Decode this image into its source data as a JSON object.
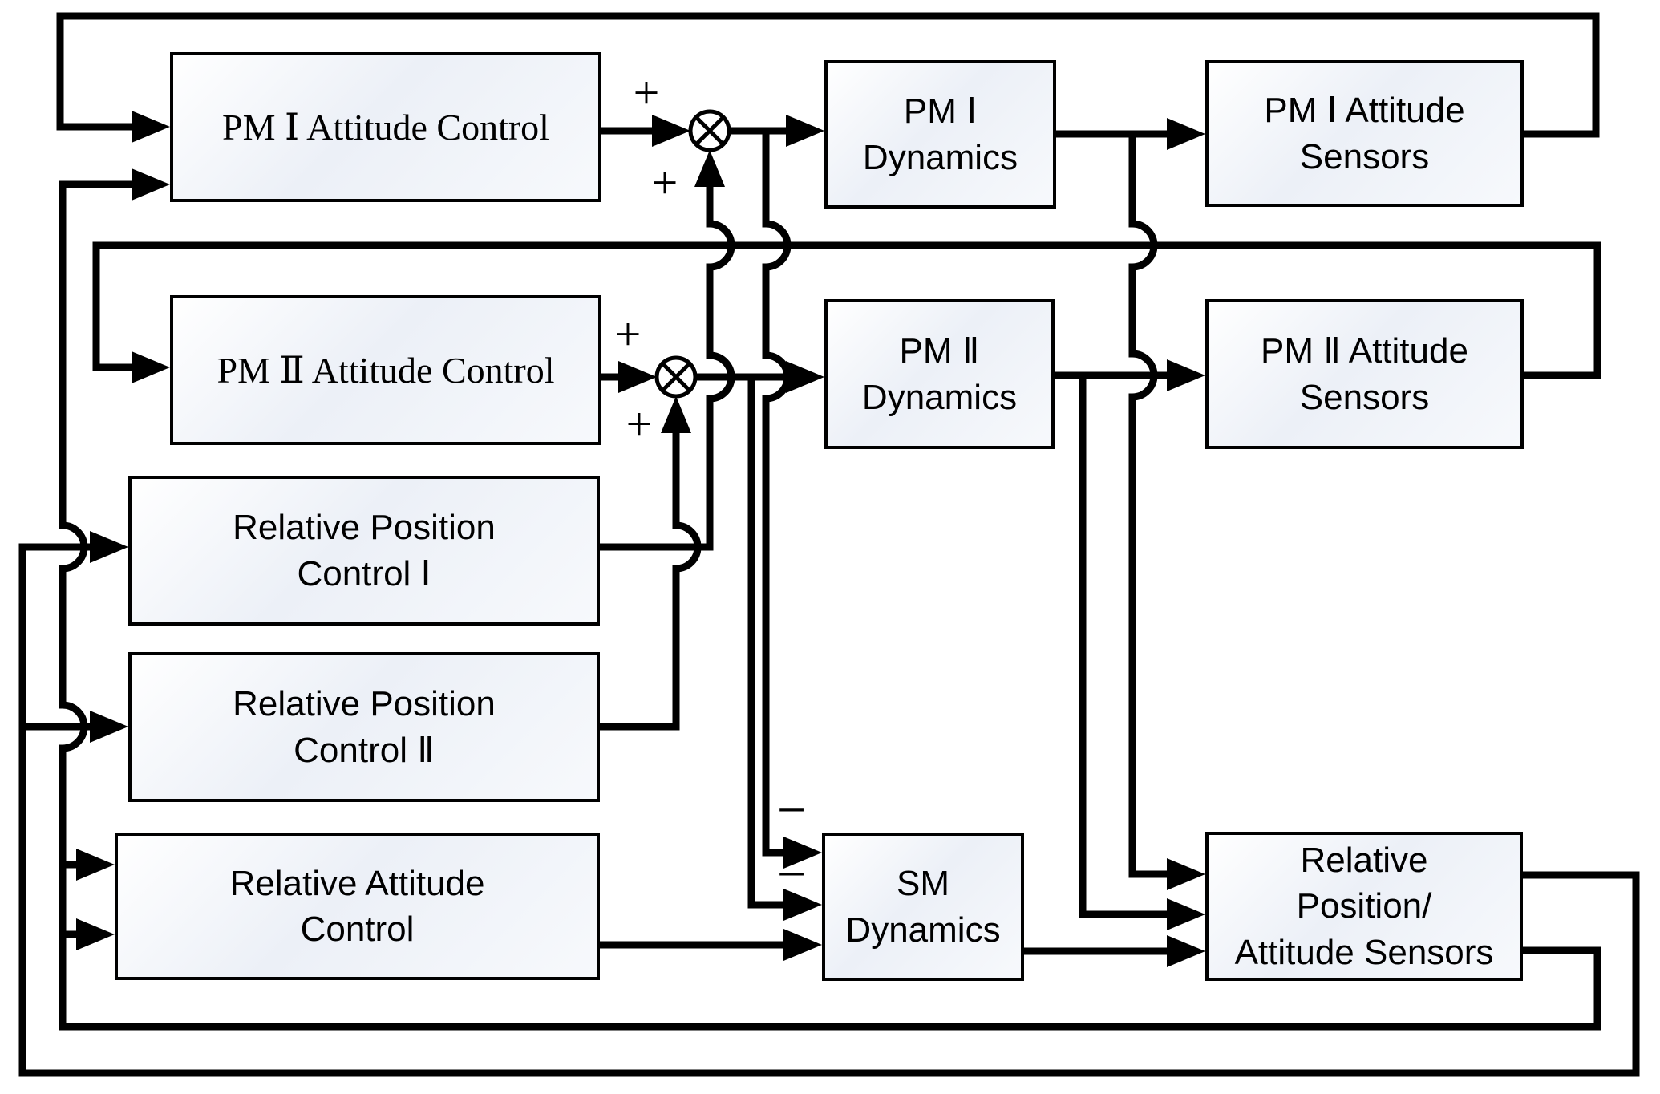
{
  "diagram": {
    "type": "control-system-block-diagram",
    "colors": {
      "background": "#ffffff",
      "line": "#000000",
      "box_border": "#000000",
      "box_fill_gradient": [
        "#ffffff",
        "#ecf0f7",
        "#f7f9fc"
      ]
    },
    "blocks": [
      {
        "id": "pm1-attitude-control",
        "font": "serif",
        "lines": [
          "PM Ⅰ Attitude Control"
        ]
      },
      {
        "id": "pm2-attitude-control",
        "font": "serif",
        "lines": [
          "PM Ⅱ Attitude Control"
        ]
      },
      {
        "id": "relative-position-control-1",
        "font": "sans",
        "lines": [
          "Relative Position",
          "Control Ⅰ"
        ]
      },
      {
        "id": "relative-position-control-2",
        "font": "sans",
        "lines": [
          "Relative Position",
          "Control Ⅱ"
        ]
      },
      {
        "id": "relative-attitude-control",
        "font": "sans",
        "lines": [
          "Relative Attitude",
          "Control"
        ]
      },
      {
        "id": "pm1-dynamics",
        "font": "sans",
        "lines": [
          "PM Ⅰ",
          "Dynamics"
        ]
      },
      {
        "id": "pm2-dynamics",
        "font": "sans",
        "lines": [
          "PM Ⅱ",
          "Dynamics"
        ]
      },
      {
        "id": "sm-dynamics",
        "font": "sans",
        "lines": [
          "SM",
          "Dynamics"
        ]
      },
      {
        "id": "pm1-attitude-sensors",
        "font": "sans",
        "lines": [
          "PM Ⅰ Attitude",
          "Sensors"
        ]
      },
      {
        "id": "pm2-attitude-sensors",
        "font": "sans",
        "lines": [
          "PM Ⅱ Attitude",
          "Sensors"
        ]
      },
      {
        "id": "relative-position-attitude-sensors",
        "font": "sans",
        "lines": [
          "Relative",
          "Position/",
          "Attitude Sensors"
        ]
      }
    ],
    "summing_junctions": [
      {
        "id": "sum-pm1",
        "symbol": "⊗",
        "signs": {
          "left_input": "+",
          "bottom_input": "+"
        }
      },
      {
        "id": "sum-pm2",
        "symbol": "⊗",
        "signs": {
          "left_input": "+",
          "bottom_input": "+"
        }
      }
    ],
    "sm_input_signs": [
      "−",
      "−"
    ],
    "connections": [
      "PM Ⅰ Attitude Control → (+) sum-pm1",
      "Relative Position Control Ⅰ → (+) sum-pm1 (bottom)",
      "sum-pm1 → PM Ⅰ Dynamics",
      "sum-pm1 output branch → (−) SM Dynamics input 1",
      "PM Ⅱ Attitude Control → (+) sum-pm2",
      "Relative Position Control Ⅱ → (+) sum-pm2 (bottom)",
      "sum-pm2 → PM Ⅱ Dynamics",
      "sum-pm2 output branch → (−) SM Dynamics input 2",
      "Relative Attitude Control → SM Dynamics input 3",
      "PM Ⅰ Dynamics → PM Ⅰ Attitude Sensors; branch → Relative Position/Attitude Sensors input 1",
      "PM Ⅱ Dynamics → PM Ⅱ Attitude Sensors; branch → Relative Position/Attitude Sensors input 2",
      "SM Dynamics → Relative Position/Attitude Sensors input 3",
      "PM Ⅰ Attitude Sensors → feedback over top → PM Ⅰ Attitude Control",
      "PM Ⅱ Attitude Sensors → feedback → PM Ⅱ Attitude Control",
      "Relative Position/Attitude Sensors output 1 → bottom feedback → Relative Position Control Ⅰ and Ⅱ",
      "Relative Position/Attitude Sensors output 2 → feedback → PM Ⅰ Attitude Control input 2, Relative Attitude Control inputs 1 and 2"
    ]
  }
}
